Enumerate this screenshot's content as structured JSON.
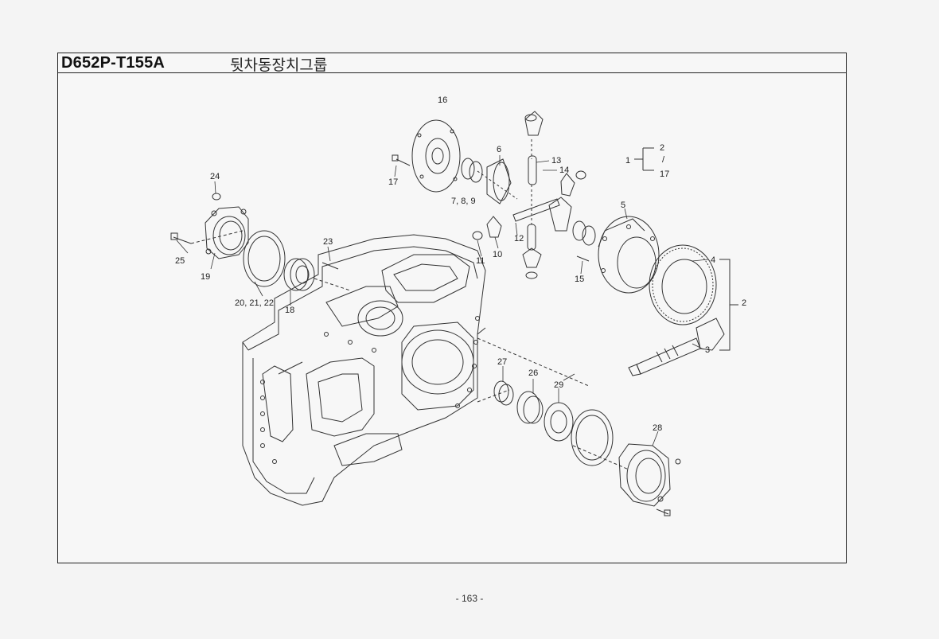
{
  "header": {
    "model": "D652P-T155A",
    "group_name": "뒷차동장치그룹"
  },
  "page_number": "- 163 -",
  "callouts": {
    "c1": "1",
    "c2a": "2",
    "c17a": "17",
    "c2b": "2",
    "c3": "3",
    "c4": "4",
    "c5": "5",
    "c6": "6",
    "c789": "7, 8, 9",
    "c10": "10",
    "c11": "11",
    "c12": "12",
    "c13": "13",
    "c14": "14",
    "c15": "15",
    "c16": "16",
    "c17b": "17",
    "c18": "18",
    "c19": "19",
    "c202122": "20, 21, 22",
    "c23": "23",
    "c24": "24",
    "c25": "25",
    "c26": "26",
    "c27": "27",
    "c28": "28",
    "c29": "29"
  },
  "colors": {
    "line": "#333333",
    "frame": "#222222",
    "paper": "#f4f4f4"
  }
}
